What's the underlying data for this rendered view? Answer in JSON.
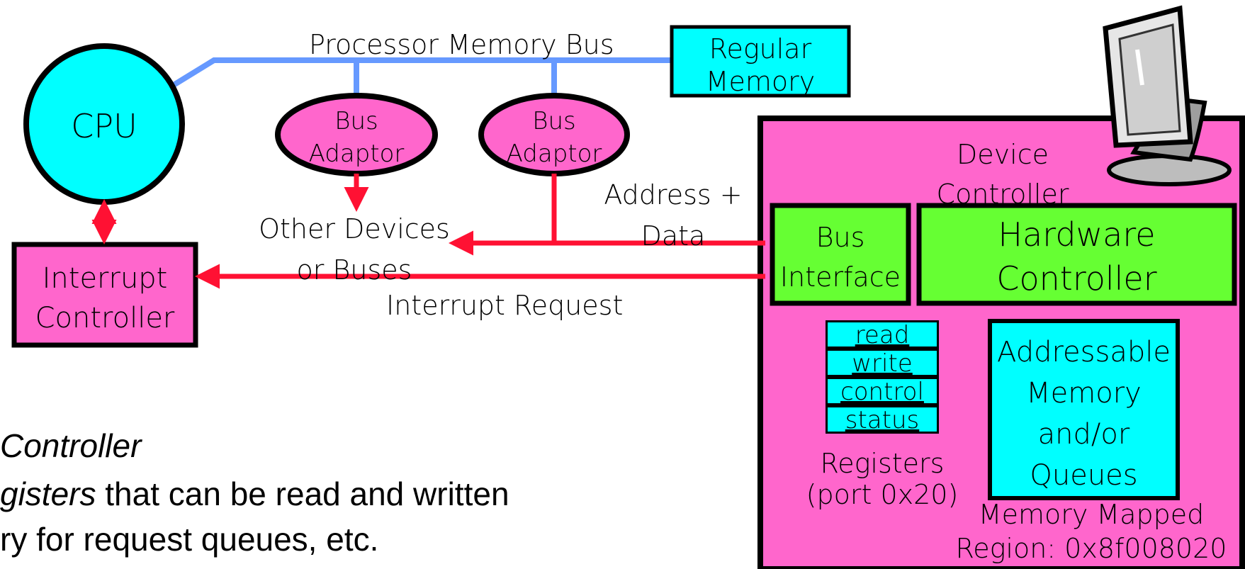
{
  "bus": {
    "processor_memory_bus": "Processor Memory Bus"
  },
  "nodes": {
    "cpu": "CPU",
    "regular_memory": [
      "Regular",
      "Memory"
    ],
    "bus_adaptor_1": [
      "Bus",
      "Adaptor"
    ],
    "bus_adaptor_2": [
      "Bus",
      "Adaptor"
    ],
    "interrupt_controller": [
      "Interrupt",
      "Controller"
    ],
    "other_devices": [
      "Other Devices",
      "or Buses"
    ],
    "address_data": [
      "Address +",
      "Data"
    ],
    "interrupt_request": "Interrupt Request"
  },
  "device_controller": {
    "title": [
      "Device",
      "Controller"
    ],
    "bus_interface": [
      "Bus",
      "Interface"
    ],
    "hardware_controller": [
      "Hardware",
      "Controller"
    ],
    "registers": [
      "read",
      "write",
      "control",
      "status"
    ],
    "registers_label": [
      "Registers",
      "(port 0x20)"
    ],
    "addressable_memory": [
      "Addressable",
      "Memory",
      "and/or",
      "Queues"
    ],
    "memory_mapped": [
      "Memory Mapped",
      "Region: 0x8f008020"
    ]
  },
  "body_text": {
    "line1": "Controller",
    "line2_italic": "gisters",
    "line2_rest": " that can be read and written",
    "line3": "ry for request queues, etc."
  },
  "colors": {
    "cyan": "#00ffff",
    "magenta": "#ff66cc",
    "green": "#66ff33",
    "bus_blue": "#6699ff",
    "signal_red": "#ff1133"
  },
  "icons": [
    "monitor-icon"
  ]
}
